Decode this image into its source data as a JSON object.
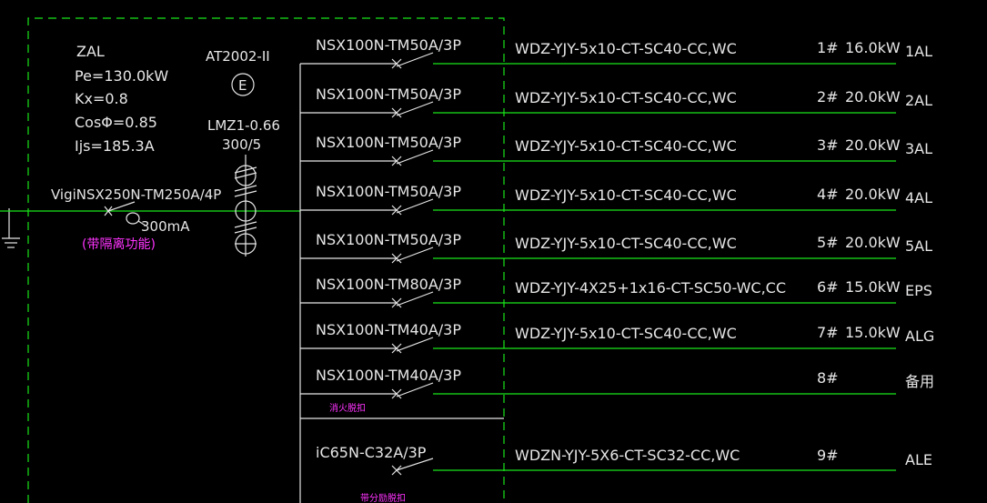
{
  "panel": {
    "name": "ZAL",
    "pe": "Pe=130.0kW",
    "kx": "Kx=0.8",
    "cos": "CosΦ=0.85",
    "ijs": "Ijs=185.3A"
  },
  "meter": {
    "model": "AT2002-II",
    "symbol": "E"
  },
  "ct": {
    "model": "LMZ1-0.66",
    "ratio": "300/5"
  },
  "main_breaker": {
    "model": "VigiNSX250N-TM250A/4P",
    "residual": "300mA",
    "note": "(带隔离功能)"
  },
  "feeders": [
    {
      "breaker": "NSX100N-TM50A/3P",
      "cable": "WDZ-YJY-5x10-CT-SC40-CC,WC",
      "no": "1#",
      "power": "16.0kW",
      "label": "1AL"
    },
    {
      "breaker": "NSX100N-TM50A/3P",
      "cable": "WDZ-YJY-5x10-CT-SC40-CC,WC",
      "no": "2#",
      "power": "20.0kW",
      "label": "2AL"
    },
    {
      "breaker": "NSX100N-TM50A/3P",
      "cable": "WDZ-YJY-5x10-CT-SC40-CC,WC",
      "no": "3#",
      "power": "20.0kW",
      "label": "3AL"
    },
    {
      "breaker": "NSX100N-TM50A/3P",
      "cable": "WDZ-YJY-5x10-CT-SC40-CC,WC",
      "no": "4#",
      "power": "20.0kW",
      "label": "4AL"
    },
    {
      "breaker": "NSX100N-TM50A/3P",
      "cable": "WDZ-YJY-5x10-CT-SC40-CC,WC",
      "no": "5#",
      "power": "20.0kW",
      "label": "5AL"
    },
    {
      "breaker": "NSX100N-TM80A/3P",
      "cable": "WDZ-YJY-4X25+1x16-CT-SC50-WC,CC",
      "no": "6#",
      "power": "15.0kW",
      "label": "EPS"
    },
    {
      "breaker": "NSX100N-TM40A/3P",
      "cable": "WDZ-YJY-5x10-CT-SC40-CC,WC",
      "no": "7#",
      "power": "15.0kW",
      "label": "ALG"
    },
    {
      "breaker": "NSX100N-TM40A/3P",
      "cable": "",
      "no": "8#",
      "power": "",
      "label": "备用"
    }
  ],
  "fire_note": "消火脱扣",
  "ale_feeder": {
    "breaker": "iC65N-C32A/3P",
    "cable": "WDZN-YJY-5X6-CT-SC32-CC,WC",
    "no": "9#",
    "label": "ALE"
  },
  "bottom_note": "带分励脱扣",
  "colors": {
    "background": "#000000",
    "line": "#19e619",
    "text": "#e6e6e6",
    "magenta": "#ff33ff"
  }
}
